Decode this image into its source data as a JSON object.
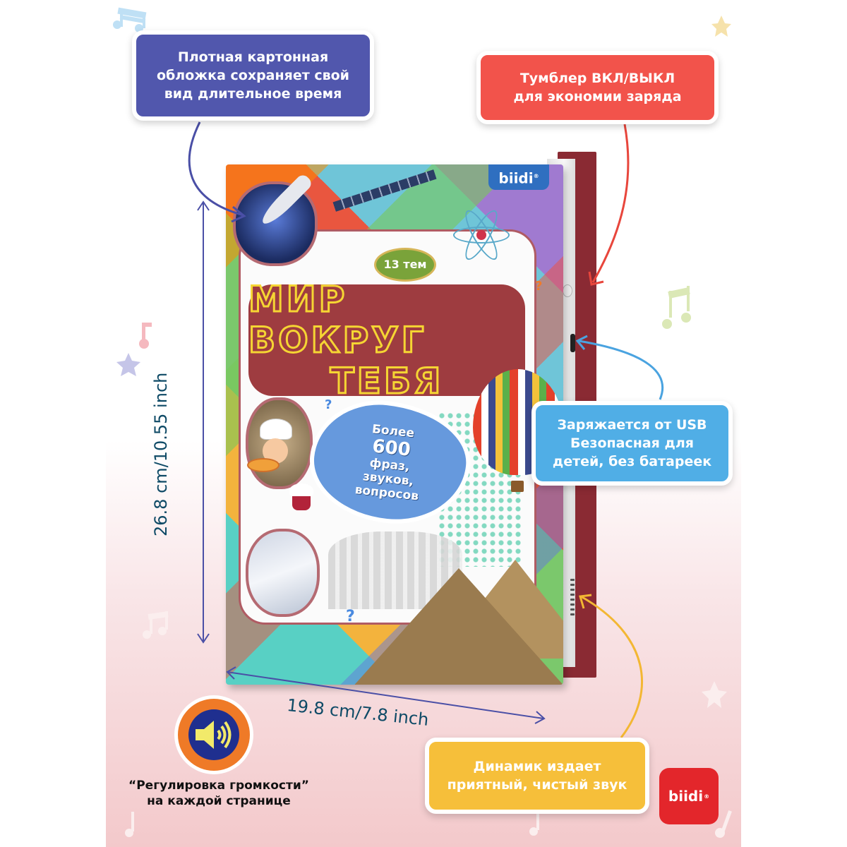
{
  "product": {
    "brand": "biidi",
    "registered_mark": "®",
    "cover": {
      "topics_badge": "13 тем",
      "title_lines": [
        "МИР ВОКРУГ",
        "ТЕБЯ"
      ],
      "burst_lines": [
        "Более",
        "600",
        "фраз,",
        "звуков,",
        "вопросов"
      ],
      "question_mark": "?"
    }
  },
  "callouts": {
    "cover": {
      "lines": [
        "Плотная картонная",
        "обложка сохраняет свой",
        "вид длительное время"
      ],
      "color": "#5157ad"
    },
    "switch": {
      "lines": [
        "Тумблер ВКЛ/ВЫКЛ",
        "для экономии заряда"
      ],
      "color": "#f2534b"
    },
    "usb": {
      "lines": [
        "Заряжается от USB",
        "Безопасная для",
        "детей, без батареек"
      ],
      "color": "#50aee6"
    },
    "speaker": {
      "lines": [
        "Динамик издает",
        "приятный, чистый звук"
      ],
      "color": "#f6bf3a"
    }
  },
  "dimensions": {
    "height_label": "26.8 cm/10.55 inch",
    "width_label": "19.8 cm/7.8 inch",
    "line_color": "#4a4fa6",
    "text_color": "#0e4a66"
  },
  "volume": {
    "icon": "speaker-volume-icon",
    "caption_lines": [
      "“Регулировка громкости”",
      "на каждой странице"
    ]
  },
  "colors": {
    "background_pink": "#f3c9cb",
    "book_red": "#8a2a33",
    "title_red": "#9e3c40",
    "title_outline": "#f5d533",
    "brand_red": "#e3262b",
    "brand_blue": "#2f6fc0"
  }
}
